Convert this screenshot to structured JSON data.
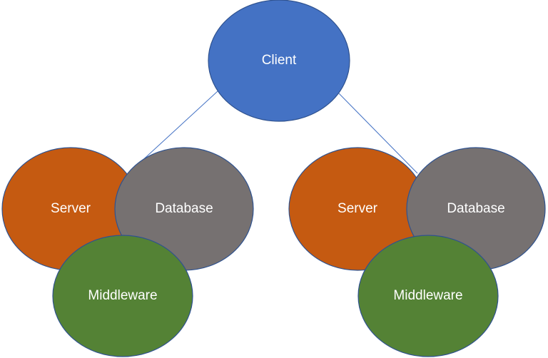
{
  "diagram": {
    "client": {
      "label": "Client",
      "color": "#4472C4"
    },
    "clusters": [
      {
        "server": {
          "label": "Server",
          "color": "#C55A11"
        },
        "database": {
          "label": "Database",
          "color": "#767171"
        },
        "middleware": {
          "label": "Middleware",
          "color": "#548235"
        }
      },
      {
        "server": {
          "label": "Server",
          "color": "#C55A11"
        },
        "database": {
          "label": "Database",
          "color": "#767171"
        },
        "middleware": {
          "label": "Middleware",
          "color": "#548235"
        }
      }
    ],
    "edge_color": "#4472C4",
    "node_stroke": "#2F528F"
  }
}
